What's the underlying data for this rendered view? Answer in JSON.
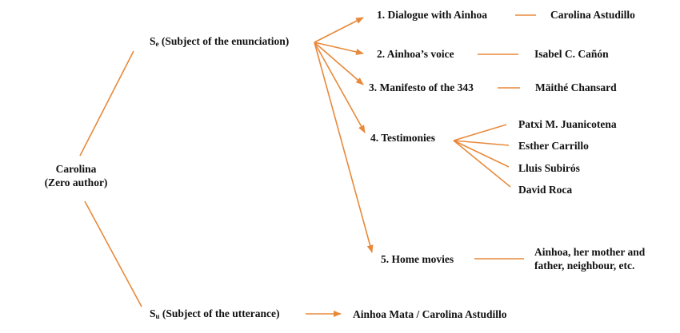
{
  "root": {
    "line1": "Carolina",
    "line2": "(Zero author)"
  },
  "se": {
    "letter": "S",
    "subscript": "e",
    "text": " (Subject of the enunciation)"
  },
  "su": {
    "letter": "S",
    "subscript": "u",
    "text": " (Subject of the utterance)"
  },
  "su_target": "Ainhoa Mata / Carolina Astudillo",
  "branches": {
    "b1": "1. Dialogue with Ainhoa",
    "b2": "2. Ainhoa’s voice",
    "b3": "3. Manifesto of the 343",
    "b4": "4. Testimonies",
    "b5": "5. Home movies"
  },
  "people": {
    "p1": "Carolina Astudillo",
    "p2": "Isabel C. Cañón",
    "p3": "Mäithé Chansard",
    "t1": "Patxi M. Juanicotena",
    "t2": "Esther Carrillo",
    "t3": "Lluis Subirós",
    "t4": "David Roca",
    "h1": "Ainhoa, her mother and",
    "h2": "father, neighbour, etc."
  },
  "colors": {
    "line": "#e8893a",
    "text": "#111111"
  }
}
